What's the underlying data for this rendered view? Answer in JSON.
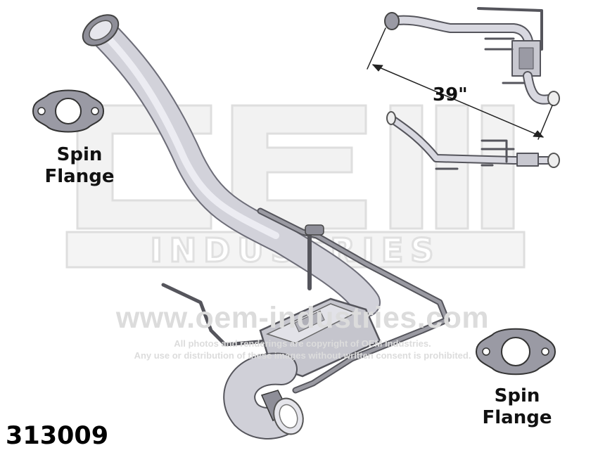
{
  "watermark": {
    "url": "www.oem-industries.com",
    "copyright_line1": "All photos and renderings are copyright of OEM Industries.",
    "copyright_line2": "Any use or distribution of these images without written consent is prohibited."
  },
  "labels": {
    "spin_flange_top": [
      "Spin",
      "Flange"
    ],
    "spin_flange_bottom": [
      "Spin",
      "Flange"
    ],
    "dimension": "39\""
  },
  "part_number": "313009",
  "colors": {
    "pipe": "#c9c9d1",
    "pipe_edge": "#6d6d78",
    "rod": "#7a7a80",
    "watermark": "#dcdcdc"
  }
}
